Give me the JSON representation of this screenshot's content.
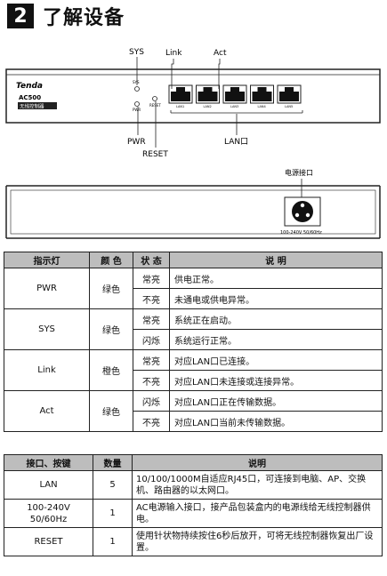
{
  "header": {
    "number": "2",
    "title": "了解设备"
  },
  "diagram": {
    "brand": "Tenda",
    "model": "AC500",
    "model_tag": "无线控制器",
    "led_labels": {
      "sys": "SYS",
      "pwr": "PWR",
      "reset": "RESET"
    },
    "ports": [
      "LAN1",
      "LAN2",
      "LAN3",
      "LAN4",
      "LAN5"
    ],
    "callouts": {
      "sys": "SYS",
      "link": "Link",
      "act": "Act",
      "pwr": "PWR",
      "reset": "RESET",
      "lan": "LAN口"
    },
    "power_label": "电源接口",
    "power_rating": "100-240V 50/60Hz"
  },
  "indicator_table": {
    "headers": [
      "指示灯",
      "颜 色",
      "状 态",
      "说 明"
    ],
    "rows": [
      {
        "name": "PWR",
        "color": "绿色",
        "states": [
          {
            "state": "常亮",
            "desc": "供电正常。"
          },
          {
            "state": "不亮",
            "desc": "未通电或供电异常。"
          }
        ]
      },
      {
        "name": "SYS",
        "color": "绿色",
        "states": [
          {
            "state": "常亮",
            "desc": "系统正在启动。"
          },
          {
            "state": "闪烁",
            "desc": "系统运行正常。"
          }
        ]
      },
      {
        "name": "Link",
        "color": "橙色",
        "states": [
          {
            "state": "常亮",
            "desc": "对应LAN口已连接。"
          },
          {
            "state": "不亮",
            "desc": "对应LAN口未连接或连接异常。"
          }
        ]
      },
      {
        "name": "Act",
        "color": "绿色",
        "states": [
          {
            "state": "闪烁",
            "desc": "对应LAN口正在传输数据。"
          },
          {
            "state": "不亮",
            "desc": "对应LAN口当前未传输数据。"
          }
        ]
      }
    ]
  },
  "port_table": {
    "headers": [
      "接口、按键",
      "数量",
      "说明"
    ],
    "rows": [
      {
        "name": "LAN",
        "qty": "5",
        "desc": "10/100/1000M自适应RJ45口，可连接到电脑、AP、交换机、路由器的以太网口。"
      },
      {
        "name": "100-240V\n50/60Hz",
        "qty": "1",
        "desc": "AC电源输入接口，接产品包装盒内的电源线给无线控制器供电。"
      },
      {
        "name": "RESET",
        "qty": "1",
        "desc": "使用针状物持续按住6秒后放开，可将无线控制器恢复出厂设置。"
      }
    ]
  }
}
